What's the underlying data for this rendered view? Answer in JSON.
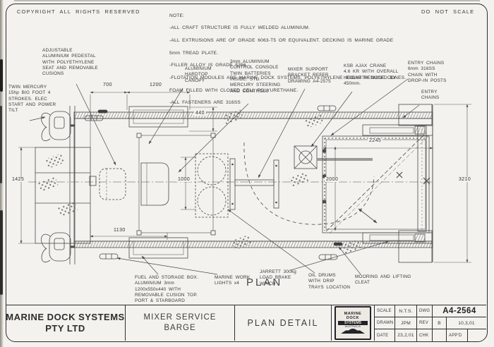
{
  "header": {
    "copyright": "COPYRIGHT ALL RIGHTS RESERVED",
    "do_not_scale": "DO NOT SCALE"
  },
  "notes": {
    "title": "NOTE:",
    "lines": [
      "-ALL CRAFT STRUCTURE IS FULLY WELDED ALUMINIUM.",
      "-ALL EXTRUSIONS ARE OF GRADE 6063-T5 OR EQUIVALENT. DECKING IS MARINE GRADE",
      "5mm TREAD PLATE.",
      "-FILLER ALLOY IS GRADE 5356.",
      "-FLOTATION MODULES ARE MARINE DOCK SYSTEMS, POLYETHYLENE 333LWITH NOSE CONES.",
      "FOAM FILLED WITH CLOSED CELL POLYURETHANE.",
      "-ALL FASTENERS ARE 316SS"
    ]
  },
  "annotations": {
    "pedestal": "ADJUSTABLE\nALUMINIUM PEDESTAL\nWITH POLYETHYLENE\nSEAT AND REMOVABLE\nCUSIONS",
    "mercury": "TWIN MERCURY\n15hp BIG FOOT 4\nSTROKES. ELEC\nSTART AND POWER\nTILT",
    "canopy": "ALUMINIUM\nHARDTOP\nCANOPY",
    "console": "3mm ALUMINIUM\nCONTROL CONSOLE\nTWIN BATTERIES\nINSIDE. STD.\nMERCURY STEERING\nAND CONTROLS",
    "mixer": "MIXER SUPPORT\nBRACKET REFER\nDRAWING A4-2575",
    "crane": "KSB AJAX CRANE\n4.6 KR WITH OVERALL\nHEIGHT REDUCED BY\n450mm.",
    "entry_chains": "ENTRY CHAINS\n6mm 316SS\nCHAIN WITH\nDROP-IN POSTS",
    "entry_chains2": "ENTRY\nCHAINS",
    "fuel_box": "FUEL AND STORAGE BOX.\nALUMINIUM 3mm\n1200x550x440 WITH\nREMOVABLE CUSION TOP.\nPORT & STARBOARD",
    "work_lights": "MARINE WORK\nLIGHTS x4",
    "winch": "JARRETT 300kg\nLOAD BRAKE\nWINCH",
    "oil_drums": "OIL DRUMS\nWITH DRIP\nTRAYS LOCATION",
    "cleat": "MOORING AND LIFTING\nCLEAT"
  },
  "dimensions": {
    "d700": "700",
    "d1200": "1200",
    "d440": "440",
    "d1425": "1425",
    "d1000": "1000",
    "d1130": "1130",
    "d2000": "2000",
    "d2245": "2245",
    "d3210": "3210"
  },
  "plan_label": "PLAN",
  "title_block": {
    "company_line1": "MARINE DOCK SYSTEMS",
    "company_line2": "PTY LTD",
    "drawing_title_line1": "MIXER SERVICE",
    "drawing_title_line2": "BARGE",
    "sheet_title": "PLAN DETAIL",
    "logo": {
      "line1": "MARINE",
      "line2": "DOCK",
      "line3": "SYSTEMS",
      "line4": "AUSTRALIA"
    },
    "info": {
      "scale_label": "SCALE",
      "scale_value": "N.T.S.",
      "dwg_label": "DWG",
      "dwg_value": "A4-2564",
      "drawn_label": "DRAWN",
      "drawn_value": "JPM",
      "rev_label": "REV",
      "rev_value": "B",
      "rev_date": "10,3,01",
      "date_label": "DATE",
      "date_value": "23,2,01",
      "chk_label": "CHK",
      "chk_value": "",
      "appd_label": "APP'D",
      "appd_value": ""
    }
  }
}
